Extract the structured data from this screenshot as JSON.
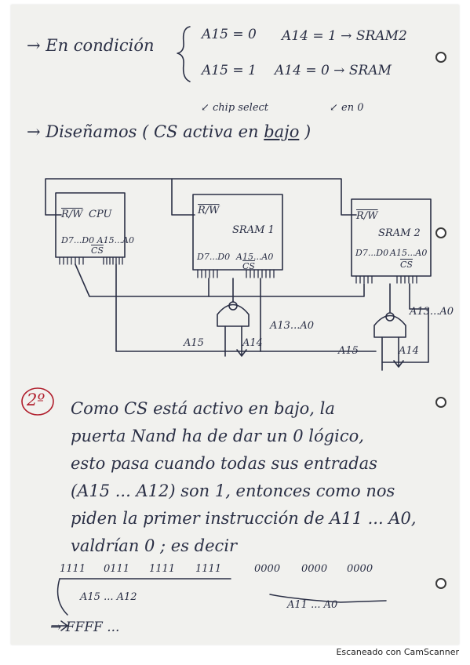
{
  "notes": {
    "line1_prefix": "→ En condición",
    "cond_a15_0": "A15 = 0",
    "cond_a14_1": "A14 = 1 → SRAM2",
    "cond_a15_1": "A15 = 1",
    "cond_a14_0": "A14 = 0 → SRAM",
    "annotation_chip_select": "↙ chip select",
    "annotation_en_0": "↙ en 0",
    "line2": "→ Diseñamos ( CS activa en",
    "line2_bajo": "bajo",
    "line2_end": ")"
  },
  "diagram": {
    "cpu": {
      "rw": "R/W",
      "name": "CPU",
      "bus": "D7...D0  A15...A0",
      "cs": "CS"
    },
    "sram1": {
      "rw": "R/W",
      "name": "SRAM 1",
      "bus": "D7...D0",
      "addr": "A15...A0",
      "cs": "CS"
    },
    "sram2": {
      "rw": "R/W",
      "name": "SRAM 2",
      "bus": "D7...D0",
      "addr": "A15...A0",
      "cs": "CS"
    },
    "gate1_in_a": "A15",
    "gate1_in_b": "A14",
    "gate1_bus": "A13...A0",
    "gate2_in_a": "A15",
    "gate2_in_b": "A14",
    "gate2_bus": "A13...A0"
  },
  "section2": {
    "number": "2º",
    "text_lines": [
      "Como CS está activo en bajo, la",
      "puerta Nand ha de dar un 0 lógico,",
      "esto pasa cuando todas sus entradas",
      "(A15 ... A12) son 1, entonces como nos",
      "piden la primer instrucción de A11 ... A0,",
      "valdrían 0 ; es decir"
    ],
    "binary_groups": [
      "1111",
      "0111",
      "1111",
      "1111",
      "0000",
      "0000",
      "0000"
    ],
    "bracket_left_label": "A15 ... A12",
    "bracket_right_label": "A11 ... A0",
    "result": "→ FFFF ..."
  },
  "footer": {
    "scanner": "Escaneado con CamScanner"
  },
  "colors": {
    "ink": "#2a2f45",
    "red_ink": "#b01e2c",
    "paper": "#f1f1ee"
  }
}
